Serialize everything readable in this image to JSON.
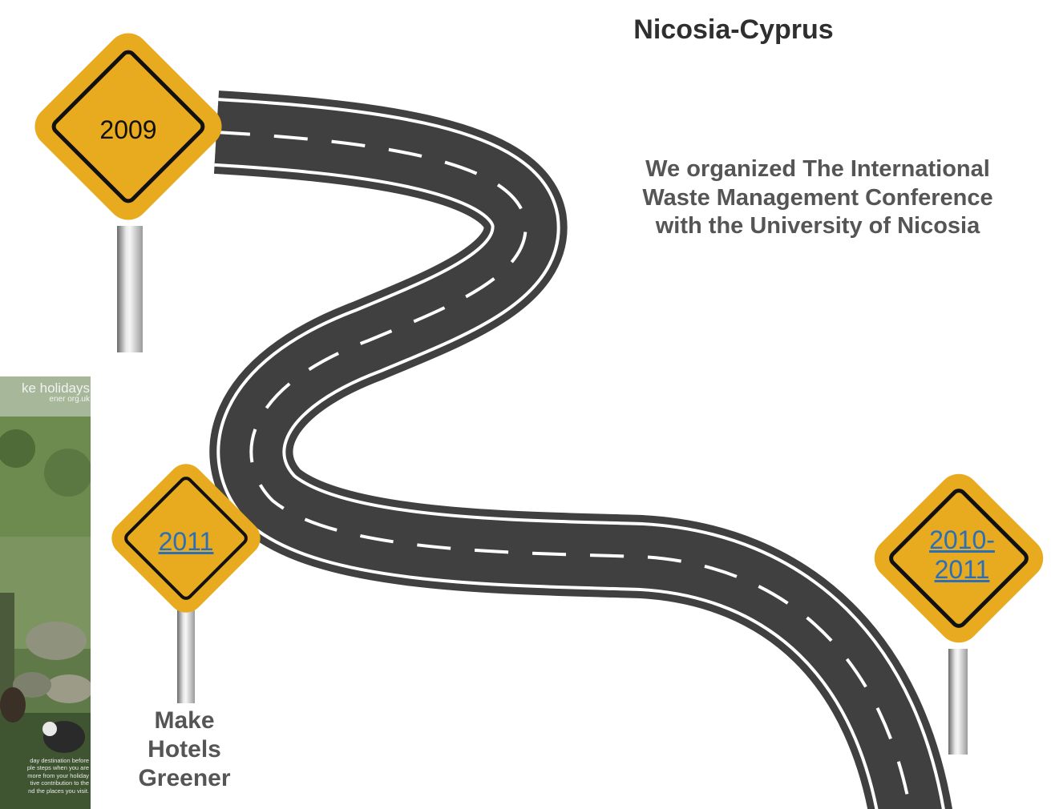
{
  "heading": "Nicosia-Cyprus",
  "description_lines": [
    "We organized The International",
    "Waste Management Conference",
    "with the University of Nicosia"
  ],
  "signs": {
    "sign_2009": "2009",
    "sign_2011": "2011",
    "sign_2010_2011_line1": "2010-",
    "sign_2010_2011_line2": "2011"
  },
  "bottom_label_lines": [
    "Make",
    "Hotels",
    "Greener"
  ],
  "photo": {
    "title": "ke holidays",
    "subtitle": "ener org.uk",
    "caption_lines": [
      "day destination before",
      "ple steps when you are",
      "more from your holiday",
      "tive contribution to the",
      "nd the places you visit."
    ]
  },
  "colors": {
    "sign_fill": "#E8AA1E",
    "road": "#404040",
    "road_marking": "#ffffff",
    "link": "#2a6fb8"
  }
}
